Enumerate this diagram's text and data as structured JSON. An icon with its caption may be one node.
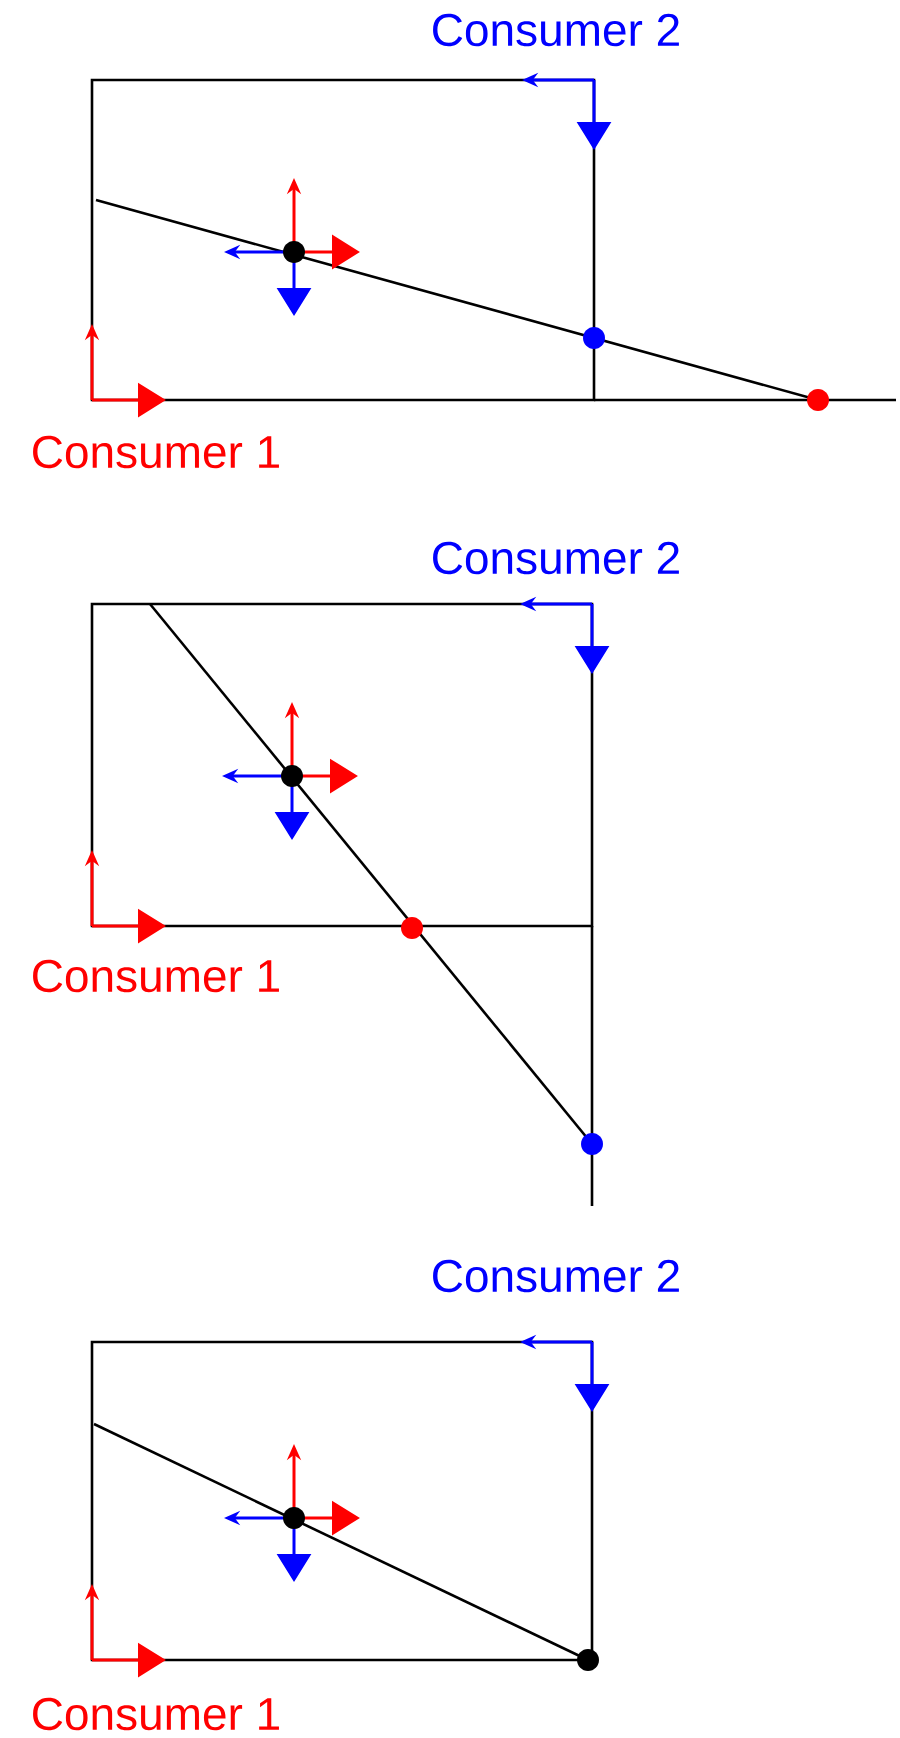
{
  "diagram": {
    "labels": [
      "Consumer 2",
      "Consumer 1",
      "Consumer 2",
      "Consumer 1",
      "Consumer 2",
      "Consumer 1"
    ]
  }
}
